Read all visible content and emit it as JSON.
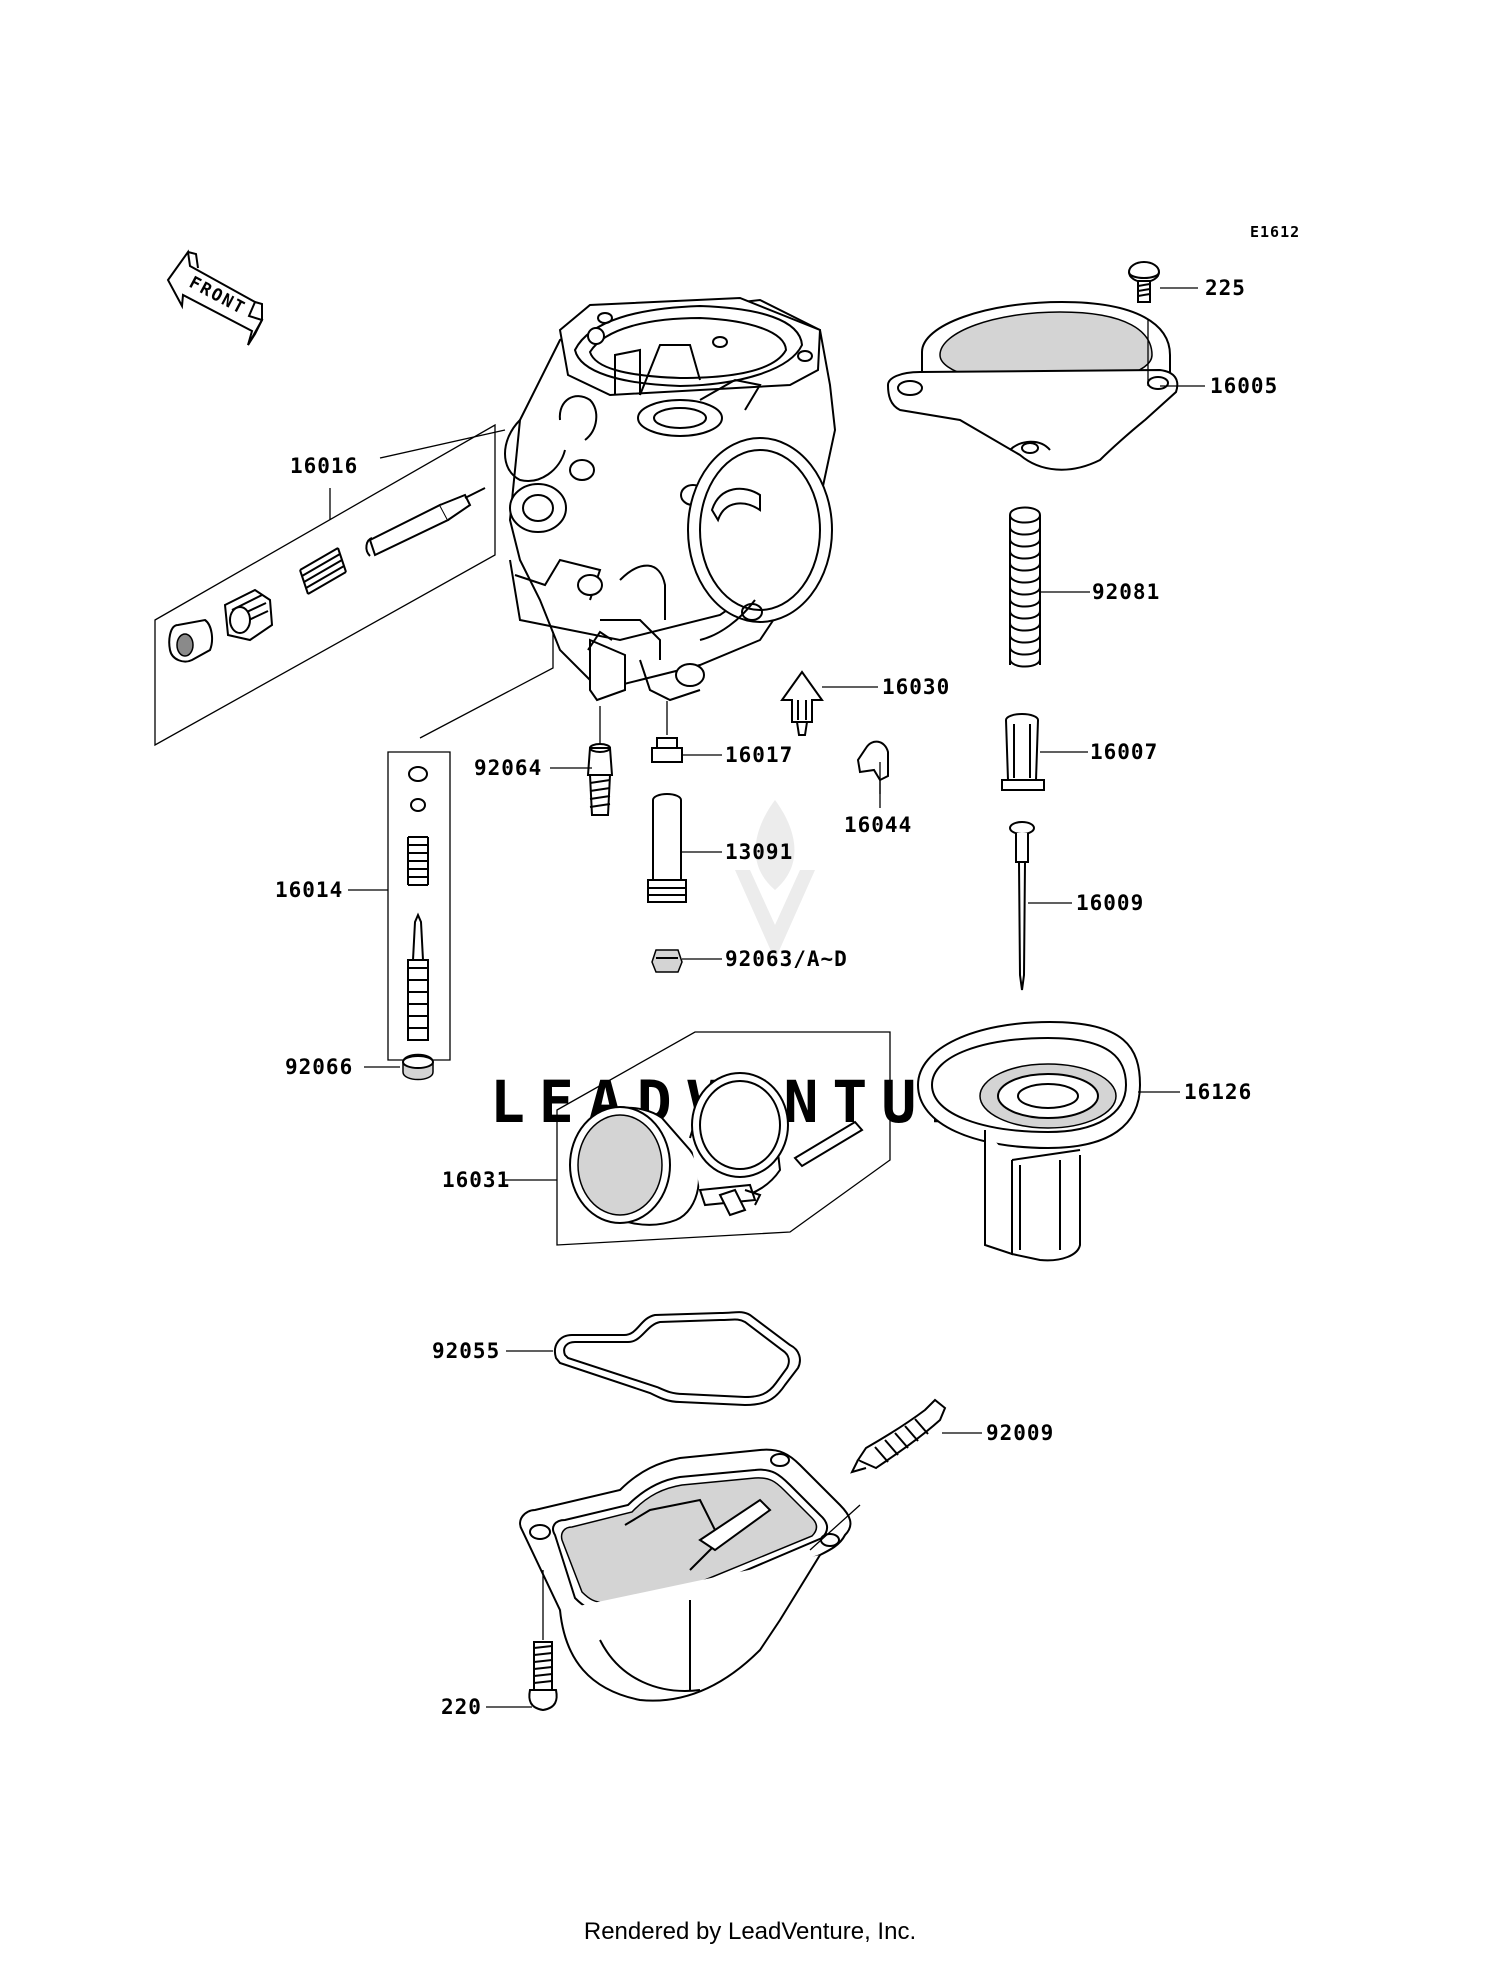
{
  "diagram": {
    "ref_code": "E1612",
    "front_label": "FRONT",
    "watermark": "LEADVENTURE",
    "footer": "Rendered by LeadVenture, Inc.",
    "callouts": [
      {
        "id": "225",
        "label": "225"
      },
      {
        "id": "16005",
        "label": "16005"
      },
      {
        "id": "16016",
        "label": "16016"
      },
      {
        "id": "92081",
        "label": "92081"
      },
      {
        "id": "16030",
        "label": "16030"
      },
      {
        "id": "16007",
        "label": "16007"
      },
      {
        "id": "92064",
        "label": "92064"
      },
      {
        "id": "16017",
        "label": "16017"
      },
      {
        "id": "16044",
        "label": "16044"
      },
      {
        "id": "13091",
        "label": "13091"
      },
      {
        "id": "16014",
        "label": "16014"
      },
      {
        "id": "16009",
        "label": "16009"
      },
      {
        "id": "92063",
        "label": "92063/A~D"
      },
      {
        "id": "92066",
        "label": "92066"
      },
      {
        "id": "16126",
        "label": "16126"
      },
      {
        "id": "16031",
        "label": "16031"
      },
      {
        "id": "92055",
        "label": "92055"
      },
      {
        "id": "92009",
        "label": "92009"
      },
      {
        "id": "220",
        "label": "220"
      }
    ]
  }
}
